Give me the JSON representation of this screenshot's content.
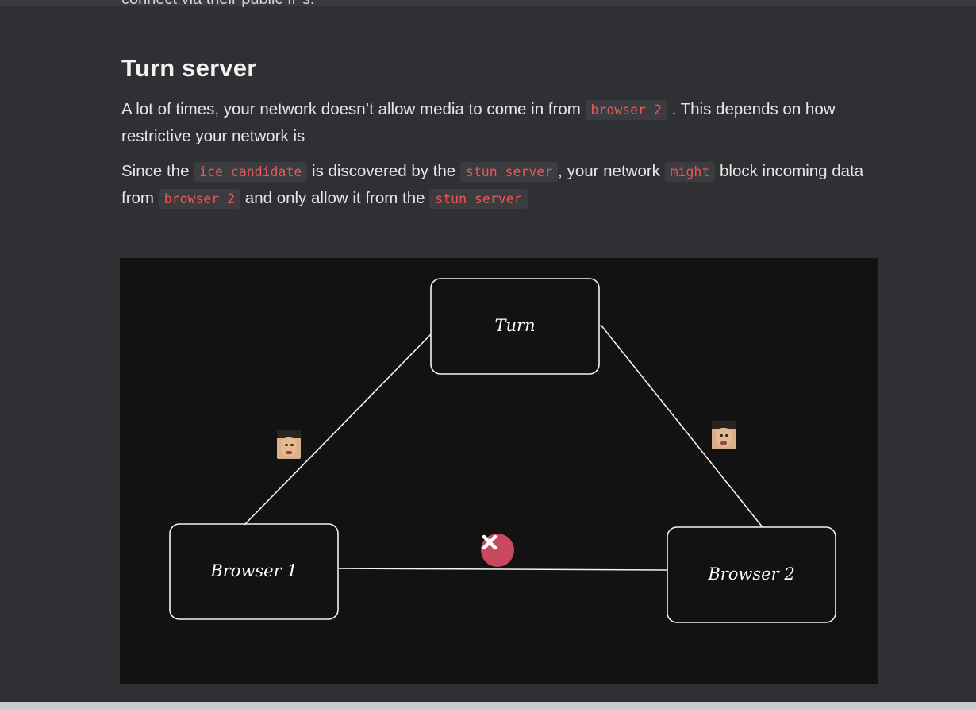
{
  "header_cut_text": "connect via their public IPs.",
  "section": {
    "title": "Turn server",
    "p1": {
      "t1": "A lot of times, your network doesn’t allow media to come in from ",
      "code1": "browser 2",
      "t2": " . This depends on how restrictive your network is"
    },
    "p2": {
      "t1": "Since the ",
      "code1": "ice candidate",
      "t2": " is discovered by the ",
      "code2": "stun server",
      "t3": ", your network ",
      "code3": "might",
      "t4": " block incoming data from ",
      "code4": "browser 2",
      "t5": " and only allow it from the ",
      "code5": "stun server"
    }
  },
  "diagram": {
    "nodes": {
      "turn": "Turn",
      "browser1": "Browser 1",
      "browser2": "Browser 2"
    },
    "blocked_icon": "x-circle-icon",
    "avatar_icon": "face-avatar-icon",
    "colors": {
      "background": "#121212",
      "stroke": "#f2f2f2",
      "blocked": "#c8485f"
    }
  }
}
